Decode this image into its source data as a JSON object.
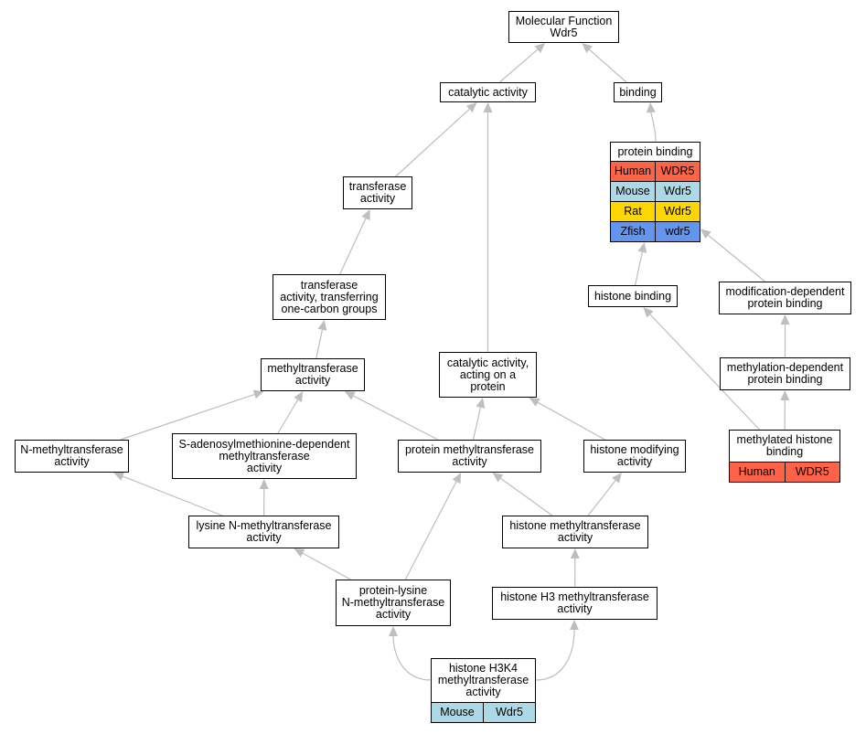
{
  "colors": {
    "Human": "#ff6347",
    "Mouse": "#add8e6",
    "Rat": "#ffd700",
    "Zfish": "#6495ed",
    "edge": "#bebebe"
  },
  "nodes": {
    "mf": {
      "label": "Molecular Function\nWdr5"
    },
    "cat": {
      "label": "catalytic activity"
    },
    "bind": {
      "label": "binding"
    },
    "pb": {
      "label": "protein binding",
      "rows": [
        {
          "species": "Human",
          "gene": "WDR5"
        },
        {
          "species": "Mouse",
          "gene": "Wdr5"
        },
        {
          "species": "Rat",
          "gene": "Wdr5"
        },
        {
          "species": "Zfish",
          "gene": "wdr5"
        }
      ]
    },
    "trans": {
      "label": "transferase\nactivity"
    },
    "tocg": {
      "label": "transferase\nactivity, transferring\none-carbon groups"
    },
    "hb": {
      "label": "histone binding"
    },
    "mdpb": {
      "label": "modification-dependent\nprotein binding"
    },
    "mt": {
      "label": "methyltransferase\nactivity"
    },
    "cap": {
      "label": "catalytic activity,\nacting on a\nprotein"
    },
    "medpb": {
      "label": "methylation-dependent\nprotein binding"
    },
    "nmt": {
      "label": "N-methyltransferase\nactivity"
    },
    "sam": {
      "label": "S-adenosylmethionine-dependent\nmethyltransferase\nactivity"
    },
    "pmt": {
      "label": "protein methyltransferase\nactivity"
    },
    "hma": {
      "label": "histone modifying\nactivity"
    },
    "mhb": {
      "label": "methylated histone\nbinding",
      "rows": [
        {
          "species": "Human",
          "gene": "WDR5"
        }
      ]
    },
    "lnmt": {
      "label": "lysine N-methyltransferase\nactivity"
    },
    "hmt": {
      "label": "histone methyltransferase\nactivity"
    },
    "plnmt": {
      "label": "protein-lysine\nN-methyltransferase\nactivity"
    },
    "h3mt": {
      "label": "histone H3 methyltransferase\nactivity"
    },
    "h3k4": {
      "label": "histone H3K4\nmethyltransferase\nactivity",
      "rows": [
        {
          "species": "Mouse",
          "gene": "Wdr5"
        }
      ]
    }
  },
  "edges": [
    [
      "cat",
      "mf"
    ],
    [
      "bind",
      "mf"
    ],
    [
      "pb",
      "bind"
    ],
    [
      "trans",
      "cat"
    ],
    [
      "tocg",
      "trans"
    ],
    [
      "mt",
      "tocg"
    ],
    [
      "cap",
      "cat"
    ],
    [
      "hb",
      "pb"
    ],
    [
      "mdpb",
      "pb"
    ],
    [
      "medpb",
      "mdpb"
    ],
    [
      "mhb",
      "medpb"
    ],
    [
      "mhb",
      "hb"
    ],
    [
      "nmt",
      "mt"
    ],
    [
      "sam",
      "mt"
    ],
    [
      "pmt",
      "mt"
    ],
    [
      "pmt",
      "cap"
    ],
    [
      "hma",
      "cap"
    ],
    [
      "lnmt",
      "nmt"
    ],
    [
      "lnmt",
      "sam"
    ],
    [
      "hmt",
      "pmt"
    ],
    [
      "hmt",
      "hma"
    ],
    [
      "plnmt",
      "lnmt"
    ],
    [
      "plnmt",
      "pmt"
    ],
    [
      "h3mt",
      "hmt"
    ],
    [
      "h3k4",
      "plnmt"
    ],
    [
      "h3k4",
      "h3mt"
    ]
  ]
}
